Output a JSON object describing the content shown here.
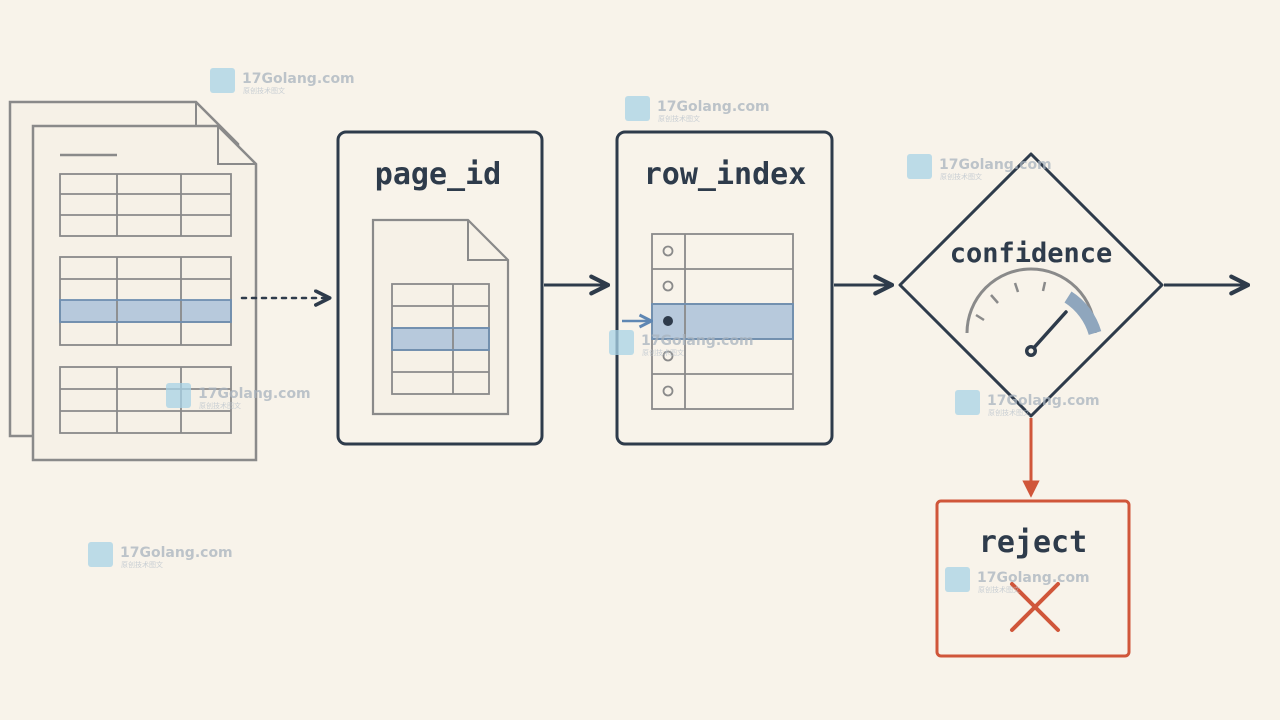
{
  "colors": {
    "background": "#f8f3ea",
    "stroke_dark": "#2e3b4b",
    "stroke_gray": "#8a8a8a",
    "highlight": "#b7c9dc",
    "highlight_border": "#6f8fb1",
    "reject": "#d0563a"
  },
  "nodes": {
    "page_id": {
      "label": "page_id"
    },
    "row_index": {
      "label": "row_index"
    },
    "confidence": {
      "label": "confidence"
    },
    "reject": {
      "label": "reject"
    }
  },
  "watermark": {
    "brand": "17Golang.com",
    "tagline": "原创技术图文"
  },
  "icons": {
    "documents": "document-stack-icon",
    "page": "page-table-icon",
    "rows": "row-list-icon",
    "gauge": "gauge-icon",
    "reject": "x-mark-icon"
  }
}
